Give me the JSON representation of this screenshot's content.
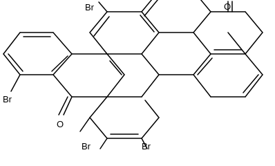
{
  "molecule": {
    "atom_labels": {
      "br_top": "Br",
      "br_left": "Br",
      "br_bottom_left": "Br",
      "br_bottom_right": "Br",
      "o_right": "O",
      "o_left": "O"
    }
  }
}
